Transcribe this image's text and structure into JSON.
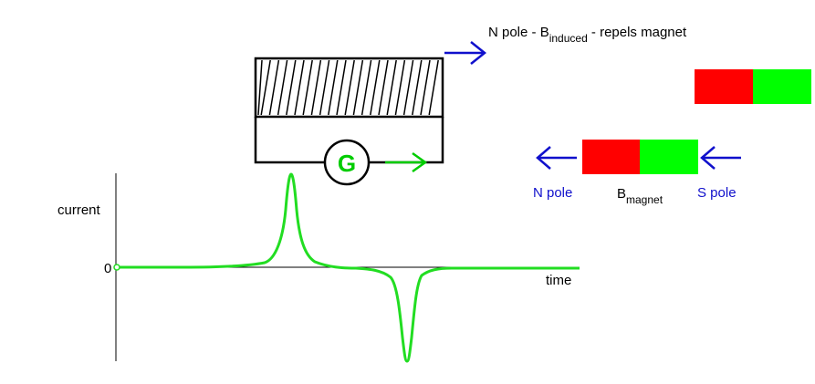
{
  "induced_label": {
    "prefix": "N pole - B",
    "subscript": "induced",
    "suffix": " - repels magnet"
  },
  "galvanometer": {
    "symbol": "G"
  },
  "moving_magnet": {
    "left_pole": "N pole",
    "right_pole": "S pole",
    "field_prefix": "B",
    "field_subscript": "magnet"
  },
  "graph": {
    "ylabel": "current",
    "xlabel": "time",
    "origin_label": "0"
  },
  "colors": {
    "north": "#ff0000",
    "south": "#00ff00",
    "induced_arrow": "#1010cc",
    "current_arrow": "#00cc00",
    "curve": "#22dd22",
    "galvanometer_text": "#00cc00",
    "text_blue": "#1010cc"
  }
}
